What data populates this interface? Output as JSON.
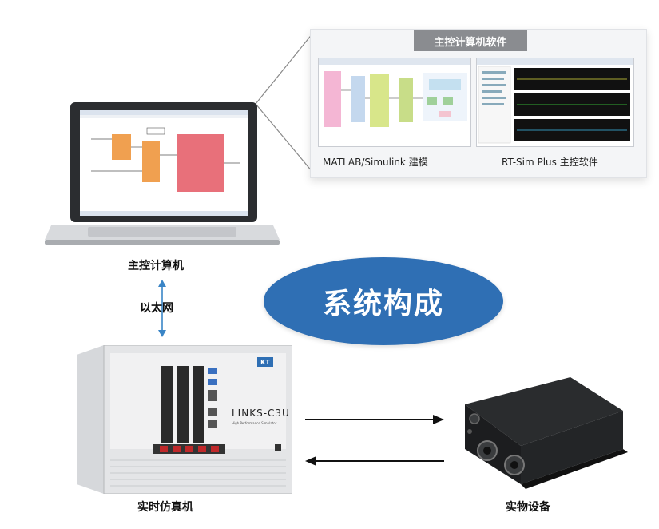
{
  "software_panel": {
    "title": "主控计算机软件",
    "captions": [
      "MATLAB/Simulink 建模",
      "RT-Sim Plus 主控软件"
    ]
  },
  "labels": {
    "host_computer": "主控计算机",
    "ethernet": "以太网",
    "realtime_simulator": "实时仿真机",
    "physical_device": "实物设备"
  },
  "center_title": "系统构成",
  "simulator": {
    "brand": "KT",
    "model": "LINKS-C3U",
    "subtitle": "High Performance Simulator"
  },
  "colors": {
    "ellipse": "#2f6fb4",
    "arrow_blue": "#3a85c6",
    "panel_title_bg": "#8a8c90",
    "block_orange": "#f0a050",
    "block_red": "#e8707a"
  }
}
